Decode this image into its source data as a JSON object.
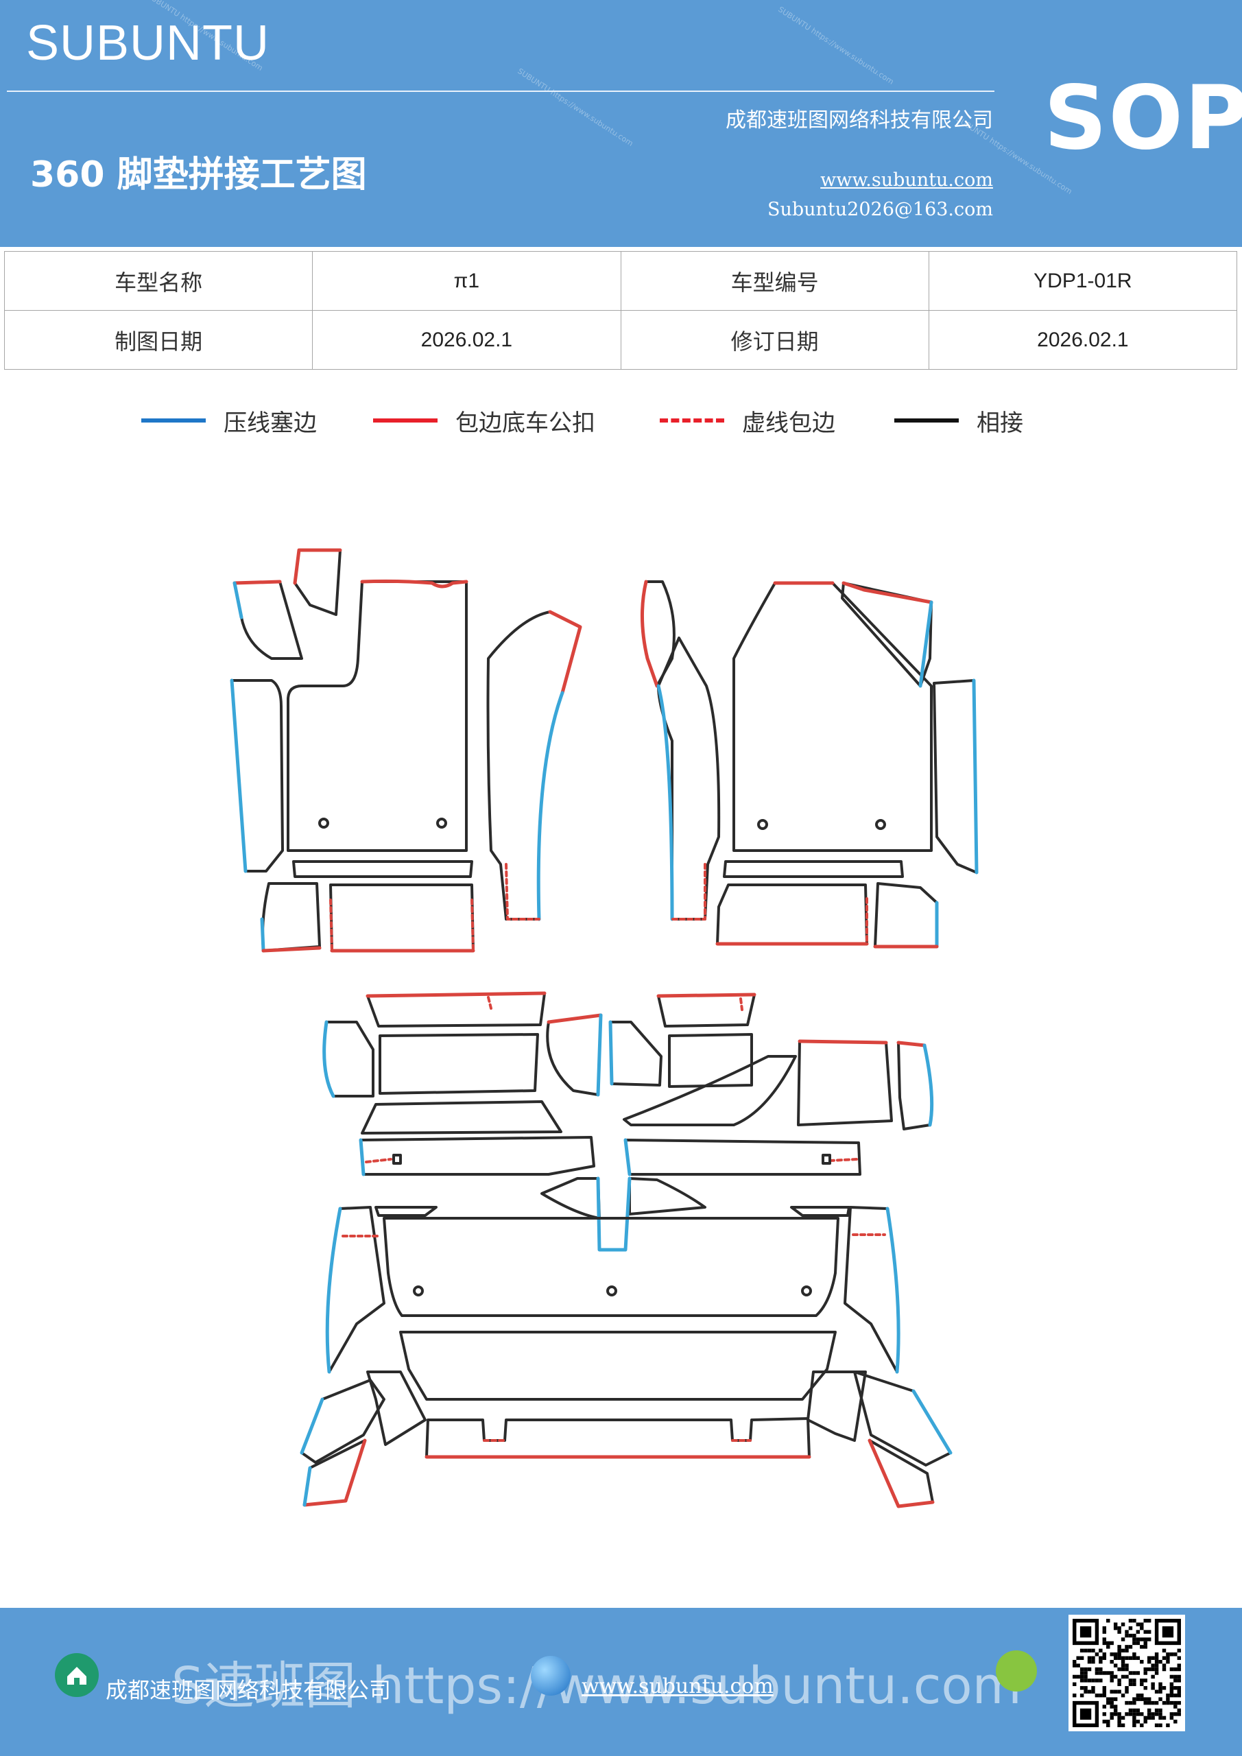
{
  "header": {
    "brand": "SUBUNTU",
    "title": "360 脚垫拼接工艺图",
    "company": "成都速班图网络科技有限公司",
    "website": "www.subuntu.com",
    "email": "Subuntu2026@163.com",
    "badge": "SOP",
    "watermark": "SUBUNTU https://www.subuntu.com"
  },
  "info_table": {
    "rows": [
      [
        {
          "label": "车型名称",
          "value": "π1"
        },
        {
          "label": "车型编号",
          "value": "YDP1-01R"
        }
      ],
      [
        {
          "label": "制图日期",
          "value": "2026.02.1"
        },
        {
          "label": "修订日期",
          "value": "2026.02.1"
        }
      ]
    ]
  },
  "legend": [
    {
      "label": "压线塞边",
      "color": "#1f77c8",
      "style": "solid"
    },
    {
      "label": "包边底车公扣",
      "color": "#e8202a",
      "style": "solid"
    },
    {
      "label": "虚线包边",
      "color": "#e8202a",
      "style": "dashed"
    },
    {
      "label": "相接",
      "color": "#111111",
      "style": "solid"
    }
  ],
  "line_colors": {
    "blue": "#3aa6d8",
    "red": "#d9443d",
    "black": "#2b2b2b"
  },
  "footer": {
    "company": "成都速班图网络科技有限公司",
    "website": "www.subuntu.com",
    "watermark": "S速班图 https://www.subuntu.com",
    "icons": [
      "home-icon",
      "globe-icon",
      "chat-icon",
      "qr-code"
    ]
  }
}
